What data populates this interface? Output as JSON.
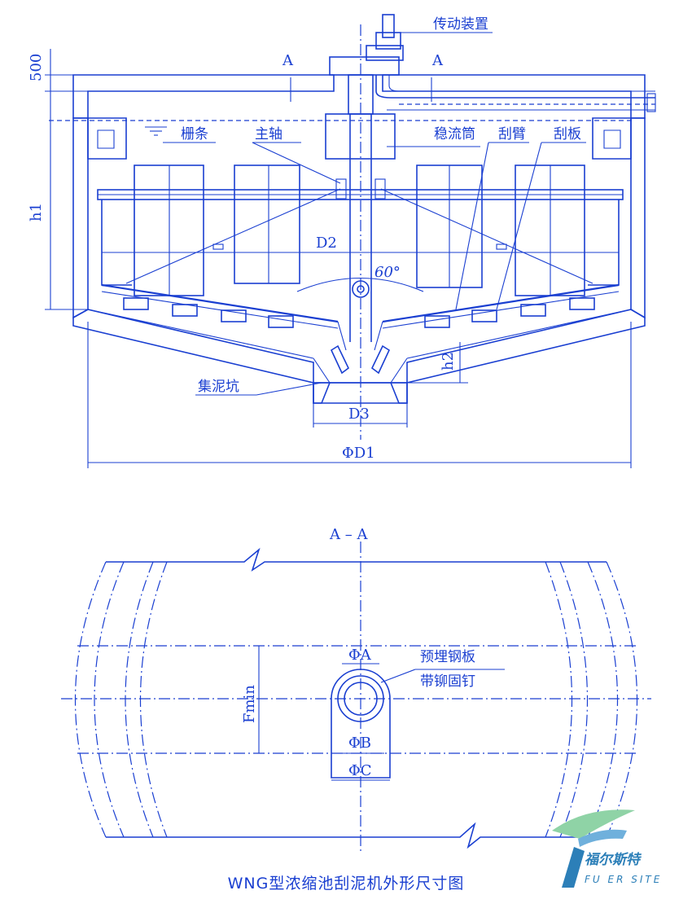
{
  "labels": {
    "drive": "传动装置",
    "section_a_left": "A",
    "section_a_right": "A",
    "dim_500": "500",
    "grate": "栅条",
    "main_shaft": "主轴",
    "stilling_tube": "稳流筒",
    "scraper_arm": "刮臂",
    "scraper_plate": "刮板",
    "h1": "h1",
    "d2": "D2",
    "angle": "60°",
    "h2": "h2",
    "sludge_pit": "集泥坑",
    "d3": "D3",
    "d1": "ΦD1"
  },
  "section": {
    "title": "A – A",
    "phi_a": "ΦA",
    "phi_b": "ΦB",
    "phi_c": "ΦC",
    "fmin": "Fmin",
    "plate_line1": "预埋钢板",
    "plate_line2": "带铆固钉"
  },
  "caption": "WNG型浓缩池刮泥机外形尺寸图",
  "logo": {
    "cn": "福尔斯特",
    "en": "FU ER SITE"
  },
  "colors": {
    "line": "#1a3fd1",
    "logo": "#2c7fb8"
  }
}
